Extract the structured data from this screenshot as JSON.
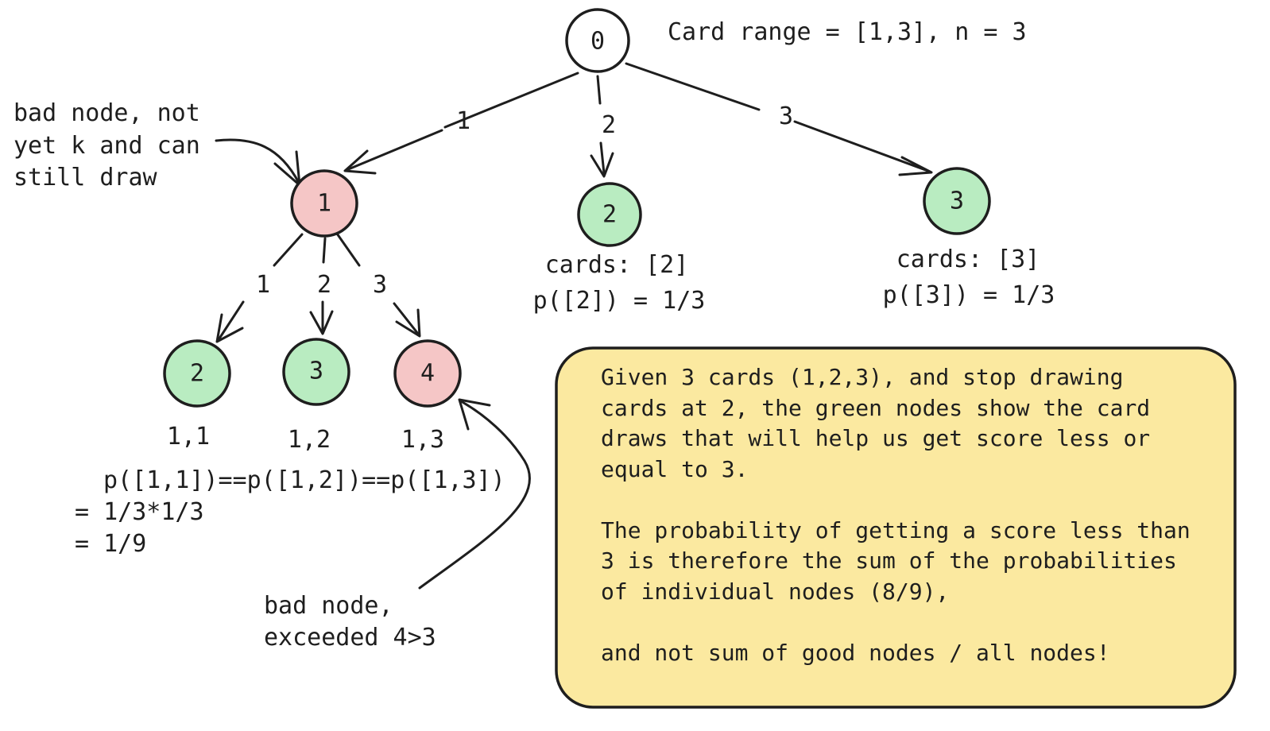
{
  "colors": {
    "good_node": "#b9ecc1",
    "bad_node": "#f5c6c6",
    "root_node": "#ffffff",
    "note_background": "#fbe9a0",
    "stroke": "#1e1e1e"
  },
  "header": {
    "range_label": "Card range = [1,3], n = 3"
  },
  "nodes": {
    "root": "0",
    "a1": "1",
    "a2": "2",
    "a3": "3",
    "b2": "2",
    "b3": "3",
    "b4": "4"
  },
  "edges": {
    "root_to_a1": "1",
    "root_to_a2": "2",
    "root_to_a3": "3",
    "a1_to_b2": "1",
    "a1_to_b3": "2",
    "a1_to_b4": "3"
  },
  "annotations": {
    "bad_node_draw": [
      "bad node, not",
      "yet k and can",
      "still draw"
    ],
    "a2_cards": "cards: [2]",
    "a2_prob": "p([2]) = 1/3",
    "a3_cards": "cards: [3]",
    "a3_prob": "p([3]) = 1/3",
    "b2_path": "1,1",
    "b3_path": "1,2",
    "b4_path": "1,3",
    "equal_probs": [
      "p([1,1])==p([1,2])==p([1,3])",
      "= 1/3*1/3",
      "= 1/9"
    ],
    "bad_node_exceeded": [
      "bad node,",
      "exceeded 4>3"
    ]
  },
  "note": {
    "lines": [
      "Given 3 cards (1,2,3), and stop drawing",
      "cards at 2, the green nodes show the card",
      "draws that will help us get score less or",
      "equal to 3.",
      "",
      "The probability of getting a score less than",
      "3 is therefore the sum of the probabilities",
      "of individual nodes (8/9),",
      "",
      "and not sum of good nodes / all nodes!"
    ]
  }
}
